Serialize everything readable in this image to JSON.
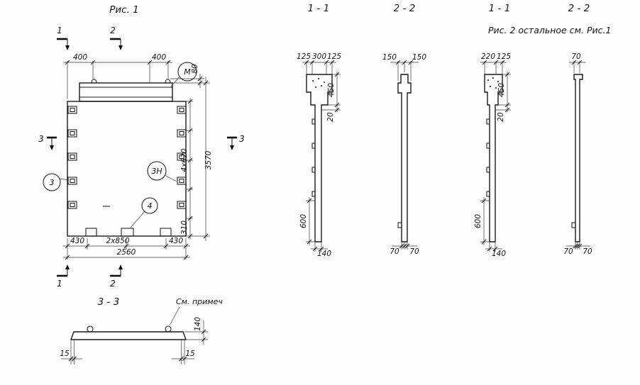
{
  "titles": {
    "fig1": "Рис. 1",
    "sec11a": "1 - 1",
    "sec22a": "2 - 2",
    "sec11b": "1 - 1",
    "sec22b": "2 - 2",
    "fig2_note": "Рис. 2   остальное см. Рис.1",
    "sec33": "3 - 3",
    "see_note": "См. примеч"
  },
  "plan": {
    "markers": {
      "top1": "1",
      "top2": "2",
      "bottom1": "1",
      "bottom2": "2",
      "left3": "3",
      "right3": "3"
    },
    "callouts": {
      "m": "М",
      "c3": "3",
      "c3n": "3Н",
      "c4": "4"
    },
    "dims": {
      "top_left": "400",
      "top_right": "400",
      "right_80": "80",
      "right_4x620": "4x620",
      "right_3570": "3570",
      "right_310": "310",
      "bottom_430l": "430",
      "bottom_2x850": "2x850",
      "bottom_430r": "430",
      "bottom_total": "2560"
    }
  },
  "sec11a": {
    "d125l": "125",
    "d300": "300",
    "d125r": "125",
    "d450": "450",
    "d20": "20",
    "d600": "600",
    "d140": "140"
  },
  "sec22a": {
    "d150l": "150",
    "d150r": "150",
    "d70l": "70",
    "d70r": "70"
  },
  "sec11b": {
    "d220": "220",
    "d125": "125",
    "d450": "450",
    "d20": "20",
    "d600": "600",
    "d140": "140"
  },
  "sec22b": {
    "d70t": "70",
    "d70l": "70",
    "d70r": "70"
  },
  "sec33": {
    "d140": "140",
    "d15l": "15",
    "d15r": "15"
  }
}
